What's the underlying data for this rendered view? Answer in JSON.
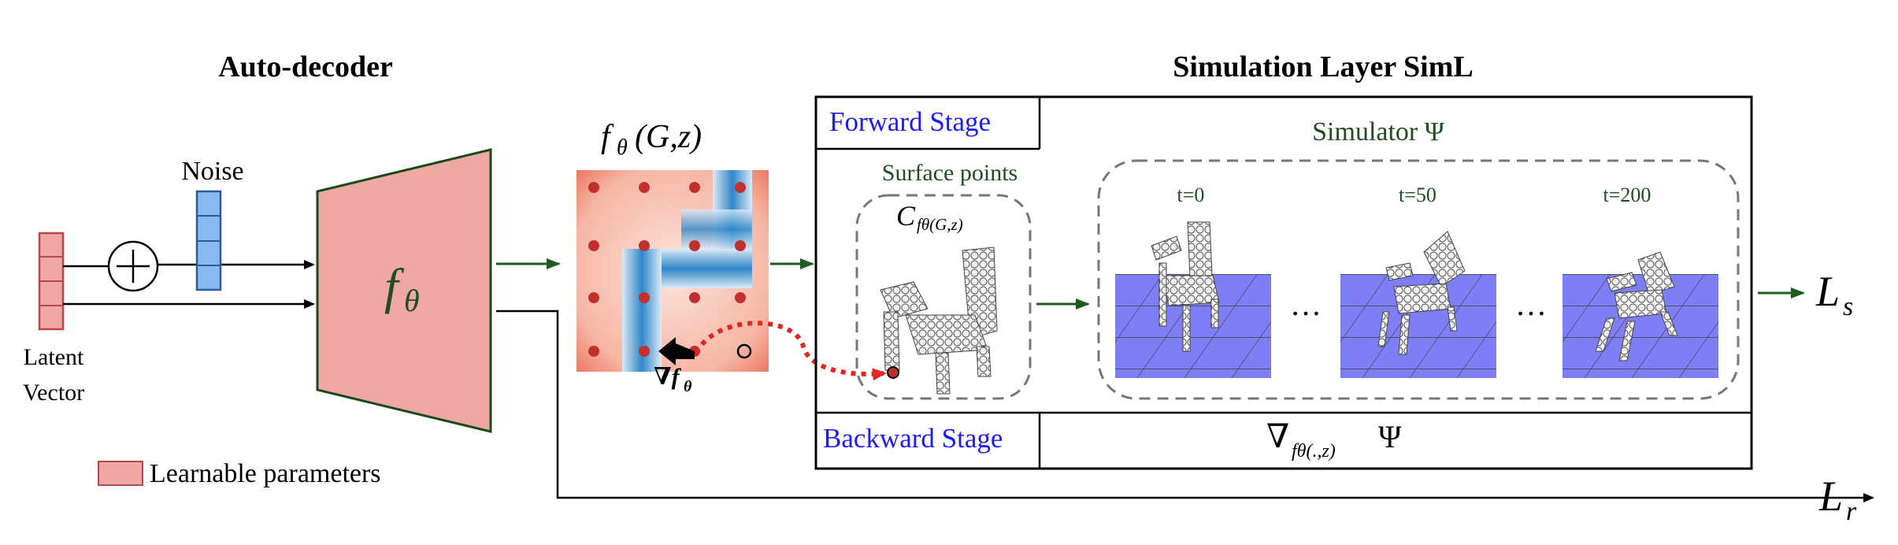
{
  "autodecoder": {
    "title": "Auto-decoder",
    "noise_label": "Noise",
    "latent_label_line1": "Latent",
    "latent_label_line2": "Vector",
    "decoder_symbol": "f",
    "decoder_subscript": "θ",
    "plus_symbol": "+"
  },
  "sdf": {
    "title_f": "f",
    "title_theta": "θ",
    "title_args": "(G,z)",
    "grad_label": "∇f",
    "grad_sub": "θ"
  },
  "simlayer": {
    "title": "Simulation Layer SimL",
    "forward_label": "Forward Stage",
    "backward_label": "Backward Stage",
    "simulator_label": "Simulator Ψ",
    "surface_label": "Surface points",
    "surface_symbol": "C",
    "surface_sub": "fθ(G,z)",
    "backward_grad": "∇",
    "backward_grad_sub": "fθ(.,z)",
    "backward_grad_psi": "Ψ",
    "frames": [
      {
        "label": "t=0"
      },
      {
        "label": "t=50"
      },
      {
        "label": "t=200"
      }
    ],
    "ellipsis": "…"
  },
  "losses": {
    "ls_symbol": "L",
    "ls_sub": "s",
    "lr_symbol": "L",
    "lr_sub": "r"
  },
  "legend": {
    "label": "Learnable parameters"
  },
  "colors": {
    "learnable_fill": "#f0a8a4",
    "noise_fill": "#8ab8f0",
    "stage_blue": "#1a1aff",
    "green_text": "#1f4d1f",
    "arrow_green": "#1f5a1f",
    "floor_blue": "#7f7ff5",
    "red_dot": "#c0302c",
    "grad_red": "#e0281e"
  }
}
